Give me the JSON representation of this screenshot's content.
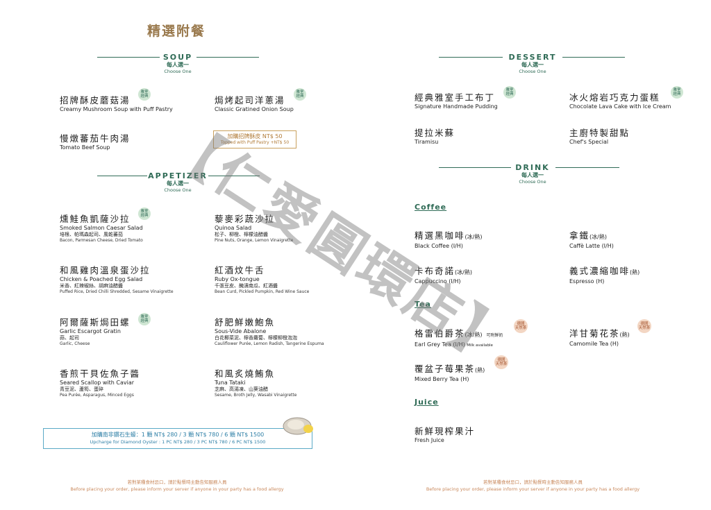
{
  "page_title": "精選附餐",
  "soup": {
    "title": "SOUP",
    "sub": "每人選一",
    "sub_en": "Choose One",
    "items": [
      {
        "zh": "招牌酥皮蘑菇湯",
        "en": "Creamy Mushroom Soup with Puff Pastry",
        "badge": [
          "雅室",
          "經典"
        ]
      },
      {
        "zh": "焗烤起司洋蔥湯",
        "en": "Classic Gratined Onion Soup",
        "badge": [
          "雅室",
          "經典"
        ]
      },
      {
        "zh": "慢燉蕃茄牛肉湯",
        "en": "Tomato Beef Soup"
      }
    ],
    "addon_zh": "加購招牌酥皮",
    "addon_zh_price": "NT$ 50",
    "addon_en": "Topped with Puff Pastry +NT$ 50"
  },
  "appetizer": {
    "title": "APPETIZER",
    "sub": "每人選一",
    "sub_en": "Choose One",
    "items": [
      {
        "zh": "燻鮭魚凱薩沙拉",
        "en": "Smoked Salmon Caesar Salad",
        "sub": "培根、帕瑪森起司、風乾蕃茄",
        "sub_en": "Bacon, Parmesan Cheese, Dried Tomato",
        "badge": [
          "雅室",
          "經典"
        ]
      },
      {
        "zh": "藜麥彩蔬沙拉",
        "en": "Quinoa Salad",
        "sub": "松子、柳橙、檸檬油醋醬",
        "sub_en": "Pine Nuts, Orange, Lemon Vinaigrette"
      },
      {
        "zh": "和風雞肉溫泉蛋沙拉",
        "en": "Chicken & Poached Egg Salad",
        "sub": "米香、紅辣椒絲、胡麻油醋醬",
        "sub_en": "Puffed Rice, Dried Chilli Shredded, Sesame Vinaigrette"
      },
      {
        "zh": "紅酒炆牛舌",
        "en": "Ruby Ox-tongue",
        "sub": "千張豆皮、醃漬南瓜、紅酒醬",
        "sub_en": "Bean Curd, Pickled Pumpkin, Red Wine Sauce"
      },
      {
        "zh": "阿爾薩斯焗田螺",
        "en": "Garlic Escargot Gratin",
        "sub": "蒜、起司",
        "sub_en": "Garlic, Cheese",
        "badge": [
          "雅室",
          "經典"
        ]
      },
      {
        "zh": "舒肥鮮嫩鮑魚",
        "en": "Sous-Vide Abalone",
        "sub": "白花椰菜泥、檸香蘿蔔、檸檬柳橙泡泡",
        "sub_en": "Cauliflower Purée, Lemon Radish, Tangerine Espuma"
      },
      {
        "zh": "香煎干貝佐魚子醬",
        "en": "Seared Scallop with Caviar",
        "sub": "青豆泥、蘆筍、蛋碎",
        "sub_en": "Pea Purée, Asparagus, Minced Eggs"
      },
      {
        "zh": "和風炙燒鮪魚",
        "en": "Tuna Tataki",
        "sub": "芝麻、高湯凍、山葵油醋",
        "sub_en": "Sesame, Broth Jelly, Wasabi Vinaigrette"
      }
    ],
    "oyster_zh": "加購南非鑽石生蠔：1 顆 NT$ 280 / 3 顆 NT$ 780 / 6 顆 NT$ 1500",
    "oyster_en": "Upcharge for Diamond Oyster : 1 PC NT$ 280 / 3 PC NT$ 780 / 6 PC NT$ 1500"
  },
  "dessert": {
    "title": "DESSERT",
    "sub": "每人選一",
    "sub_en": "Choose One",
    "items": [
      {
        "zh": "經典雅室手工布丁",
        "en": "Signature Handmade Pudding",
        "badge": [
          "雅室",
          "經典"
        ]
      },
      {
        "zh": "冰火熔岩巧克力蛋糕",
        "en": "Chocolate Lava Cake with Ice Cream",
        "badge": [
          "雅室",
          "經典"
        ]
      },
      {
        "zh": "提拉米蘇",
        "en": "Tiramisu"
      },
      {
        "zh": "主廚特製甜點",
        "en": "Chef's Special"
      }
    ]
  },
  "drink": {
    "title": "DRINK",
    "sub": "每人選一",
    "sub_en": "Choose One",
    "coffee_label": "Coffee",
    "coffee": [
      {
        "zh": "精選黑咖啡",
        "temp": "(冰/熱)",
        "en": "Black Coffee (I/H)"
      },
      {
        "zh": "拿鐵",
        "temp": "(冰/熱)",
        "en": "Caffè Latte (I/H)"
      },
      {
        "zh": "卡布奇諾",
        "temp": "(冰/熱)",
        "en": "Cappuccino (I/H)"
      },
      {
        "zh": "義式濃縮咖啡",
        "temp": "(熱)",
        "en": "Espresso (H)"
      }
    ],
    "tea_label": "Tea",
    "tea": [
      {
        "zh": "格雷伯爵茶",
        "temp": "(冰/熱)",
        "note": "可附鮮奶",
        "en": "Earl Grey Tea (I/H)",
        "en_note": "Milk available",
        "badge": [
          "德國",
          "天然茶"
        ]
      },
      {
        "zh": "洋甘菊花茶",
        "temp": "(熱)",
        "en": "Camomile Tea (H)",
        "badge": [
          "德國",
          "天然茶"
        ]
      },
      {
        "zh": "覆盆子莓果茶",
        "temp": "(熱)",
        "en": "Mixed Berry Tea (H)",
        "badge": [
          "德國",
          "天然茶"
        ]
      }
    ],
    "juice_label": "Juice",
    "juice": [
      {
        "zh": "新鮮現榨果汁",
        "en": "Fresh Juice"
      }
    ]
  },
  "footer": {
    "zh": "若對某種食材忌口，請於點餐時主動告知服務人員",
    "en": "Before placing your order, please inform your server if anyone in your party has a food allergy"
  },
  "colors": {
    "accent_green": "#2f6b56",
    "badge_green": "#cfe6d3",
    "badge_orange": "#f3d6c3",
    "gold": "#b07a36",
    "oyster_blue": "#2e7fa6"
  },
  "watermark": "【仁愛圓環店】"
}
